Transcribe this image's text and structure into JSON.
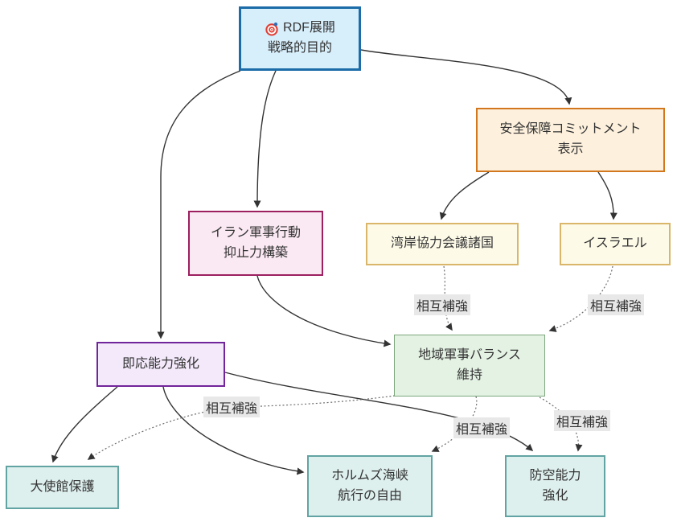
{
  "diagram": {
    "type": "flowchart",
    "background": "#ffffff",
    "mutual_label": "相互補強"
  },
  "nodes": {
    "rdf_purpose": {
      "line1": "RDF展開",
      "line2": "戦略的目的",
      "icon": "target-icon",
      "fill": "#d7eefb",
      "border": "#1b6ca8"
    },
    "security_commitment": {
      "label": "安全保障コミットメント\n表示",
      "fill": "#fdf1dd",
      "border": "#d2771e"
    },
    "iran_deterrence": {
      "label": "イラン軍事行動\n抑止力構築",
      "fill": "#fae8f2",
      "border": "#9c1f5f"
    },
    "gcc": {
      "label": "湾岸協力会議諸国",
      "fill": "#fdfae8",
      "border": "#d9b66a"
    },
    "israel": {
      "label": "イスラエル",
      "fill": "#fdfae8",
      "border": "#d9b66a"
    },
    "readiness": {
      "label": "即応能力強化",
      "fill": "#f3e9fb",
      "border": "#71259b"
    },
    "regional_balance": {
      "label": "地域軍事バランス\n維持",
      "fill": "#e4f2e4",
      "border": "#7da77d"
    },
    "embassy": {
      "label": "大使館保護",
      "fill": "#def0ee",
      "border": "#62a3a3"
    },
    "hormuz": {
      "label": "ホルムズ海峡\n航行の自由",
      "fill": "#def0ee",
      "border": "#62a3a3"
    },
    "air_defense": {
      "label": "防空能力\n強化",
      "fill": "#def0ee",
      "border": "#62a3a3"
    }
  },
  "edges": [
    {
      "from": "rdf_purpose",
      "to": "security_commitment",
      "style": "solid",
      "label": ""
    },
    {
      "from": "rdf_purpose",
      "to": "iran_deterrence",
      "style": "solid",
      "label": ""
    },
    {
      "from": "rdf_purpose",
      "to": "readiness",
      "style": "solid",
      "label": ""
    },
    {
      "from": "security_commitment",
      "to": "gcc",
      "style": "solid",
      "label": ""
    },
    {
      "from": "security_commitment",
      "to": "israel",
      "style": "solid",
      "label": ""
    },
    {
      "from": "iran_deterrence",
      "to": "regional_balance",
      "style": "solid",
      "label": ""
    },
    {
      "from": "readiness",
      "to": "embassy",
      "style": "solid",
      "label": ""
    },
    {
      "from": "readiness",
      "to": "hormuz",
      "style": "solid",
      "label": ""
    },
    {
      "from": "readiness",
      "to": "air_defense",
      "style": "solid",
      "label": ""
    },
    {
      "from": "gcc",
      "to": "regional_balance",
      "style": "dotted",
      "label": "相互補強"
    },
    {
      "from": "israel",
      "to": "regional_balance",
      "style": "dotted",
      "label": "相互補強"
    },
    {
      "from": "regional_balance",
      "to": "embassy",
      "style": "dotted",
      "label": "相互補強"
    },
    {
      "from": "regional_balance",
      "to": "hormuz",
      "style": "dotted",
      "label": "相互補強"
    },
    {
      "from": "regional_balance",
      "to": "air_defense",
      "style": "dotted",
      "label": "相互補強"
    }
  ],
  "colors": {
    "edge_solid": "#333333",
    "edge_dotted": "#6d6d6d",
    "edge_label_bg": "#e8e8e8",
    "node_text": "#333333",
    "icon_target_red": "#e03c31",
    "icon_target_blue": "#2b6fb5"
  }
}
